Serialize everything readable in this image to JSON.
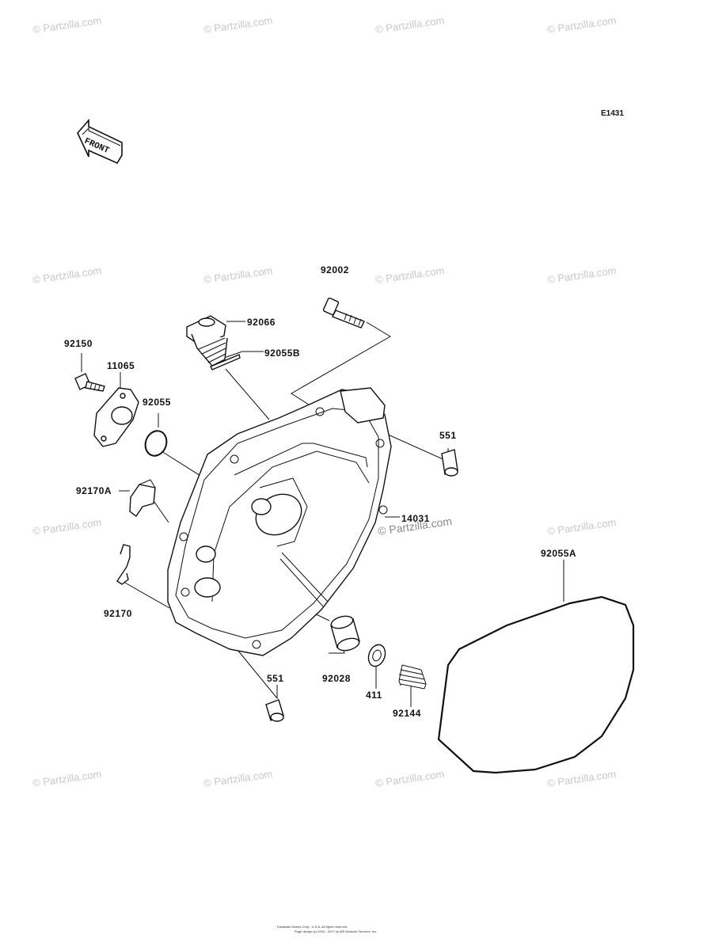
{
  "diagram": {
    "ref_code": "E1431",
    "front_label": "FRONT",
    "watermark": "© Partzilla.com",
    "footer_lines": [
      "Kawasaki Motors Corp., U.S.A. All rights reserved.",
      "Page design (c) 2004 - 2017 by ARI Network Services, Inc."
    ],
    "parts": [
      {
        "id": "92002",
        "label": "92002"
      },
      {
        "id": "92066",
        "label": "92066"
      },
      {
        "id": "92055B",
        "label": "92055B"
      },
      {
        "id": "92150",
        "label": "92150"
      },
      {
        "id": "11065",
        "label": "11065"
      },
      {
        "id": "92055",
        "label": "92055"
      },
      {
        "id": "551-top",
        "label": "551"
      },
      {
        "id": "92170A",
        "label": "92170A"
      },
      {
        "id": "14031",
        "label": "14031"
      },
      {
        "id": "92055A",
        "label": "92055A"
      },
      {
        "id": "92170",
        "label": "92170"
      },
      {
        "id": "92028",
        "label": "92028"
      },
      {
        "id": "551-bottom",
        "label": "551"
      },
      {
        "id": "411",
        "label": "411"
      },
      {
        "id": "92144",
        "label": "92144"
      }
    ]
  }
}
